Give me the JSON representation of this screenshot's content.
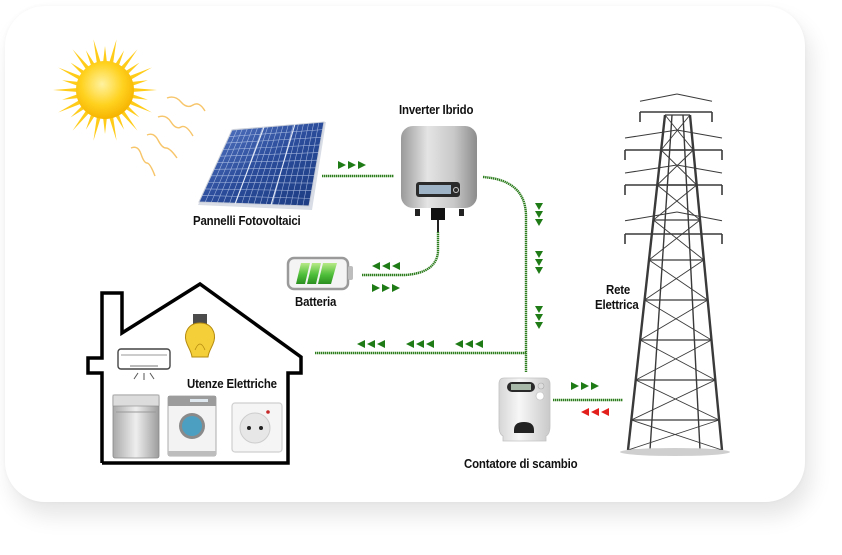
{
  "diagram": {
    "title": "Impianto fotovoltaico con inverter ibrido e accumulo",
    "colors": {
      "flow_line": "#2e7d1f",
      "flow_arrow_export": "#1e7b16",
      "flow_arrow_import": "#e3201b",
      "label_text": "#111111",
      "background": "#ffffff"
    },
    "nodes": {
      "sun": {
        "icon": "sun-icon"
      },
      "pv_panels": {
        "label": "Pannelli Fotovoltaici",
        "icon": "solar-panel-icon"
      },
      "inverter": {
        "label": "Inverter Ibrido",
        "icon": "inverter-icon"
      },
      "battery": {
        "label": "Batteria",
        "icon": "battery-icon",
        "charge_bars": 3
      },
      "house": {
        "label": "Utenze Elettriche",
        "icon": "house-icon",
        "appliances": [
          "air-conditioner-icon",
          "light-bulb-icon",
          "dishwasher-icon",
          "washing-machine-icon",
          "power-socket-icon"
        ]
      },
      "meter": {
        "label": "Contatore di scambio",
        "icon": "electric-meter-icon"
      },
      "grid": {
        "label_line1": "Rete",
        "label_line2": "Elettrica",
        "icon": "power-pylon-icon"
      }
    },
    "flows": [
      {
        "from": "pv_panels",
        "to": "inverter",
        "direction": "right",
        "color": "green"
      },
      {
        "from": "inverter",
        "to": "battery",
        "direction": "left",
        "color": "green"
      },
      {
        "from": "battery",
        "to": "inverter",
        "direction": "right",
        "color": "green"
      },
      {
        "from": "inverter",
        "to": "meter",
        "direction": "down",
        "color": "green"
      },
      {
        "from": "meter",
        "to": "house",
        "direction": "left",
        "color": "green"
      },
      {
        "from": "meter",
        "to": "grid",
        "direction": "right",
        "color": "green"
      },
      {
        "from": "grid",
        "to": "meter",
        "direction": "left",
        "color": "red"
      }
    ]
  }
}
